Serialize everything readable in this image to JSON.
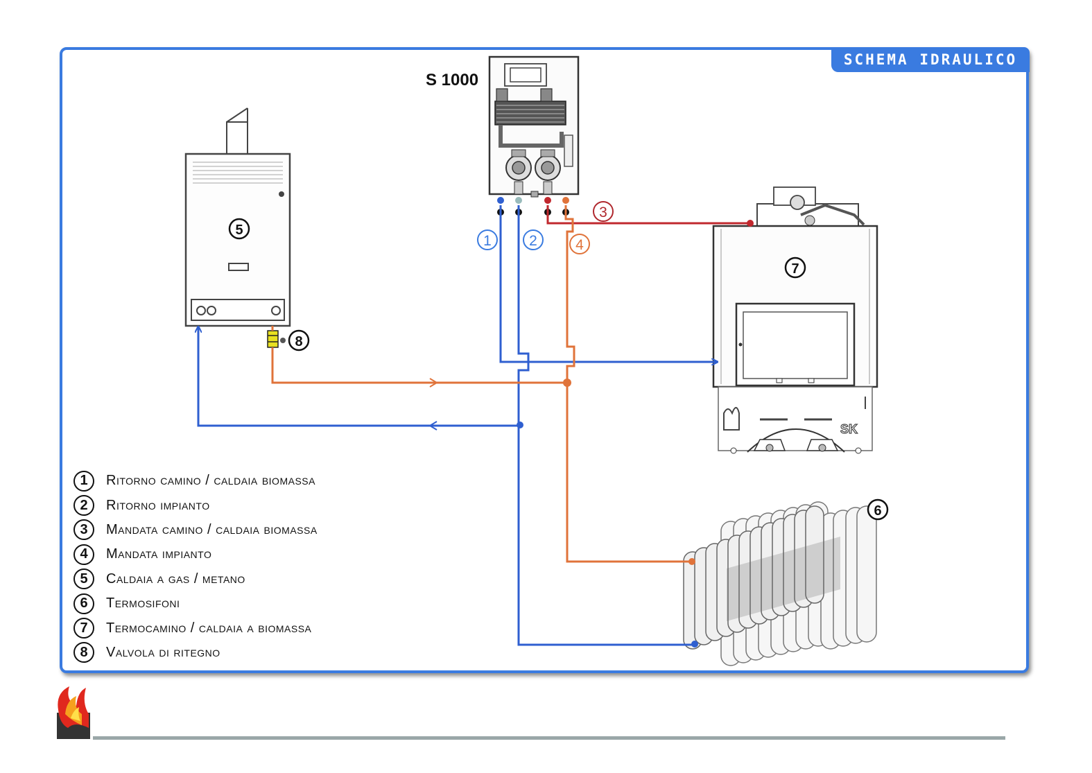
{
  "header": {
    "tab_title": "SCHEMA IDRAULICO"
  },
  "device_labels": {
    "s1000": "S 1000"
  },
  "callouts": {
    "c1": "1",
    "c2": "2",
    "c3": "3",
    "c4": "4",
    "c5": "5",
    "c6": "6",
    "c7": "7",
    "c8": "8"
  },
  "legend": [
    {
      "num": "1",
      "text": "Ritorno camino / caldaia biomassa"
    },
    {
      "num": "2",
      "text": "Ritorno impianto"
    },
    {
      "num": "3",
      "text": "Mandata camino / caldaia biomassa"
    },
    {
      "num": "4",
      "text": "Mandata impianto"
    },
    {
      "num": "5",
      "text": "Caldaia a gas / metano"
    },
    {
      "num": "6",
      "text": "Termosifoni"
    },
    {
      "num": "7",
      "text": "Termocamino / caldaia a biomassa"
    },
    {
      "num": "8",
      "text": "Valvola di ritegno"
    }
  ],
  "fireplace_brand": "SK",
  "colors": {
    "frame": "#3a7be0",
    "pipe_blue": "#2f5fd0",
    "pipe_orange": "#e0733a",
    "pipe_red": "#c0282e",
    "callout_blue": "#3a7be0",
    "callout_orange": "#e0733a",
    "callout_red": "#b0282e"
  }
}
